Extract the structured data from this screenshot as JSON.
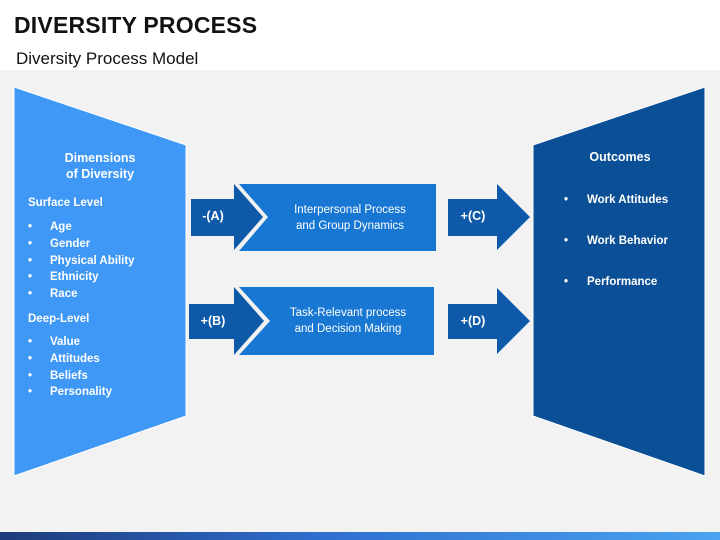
{
  "header": {
    "title": "DIVERSITY PROCESS",
    "subtitle": "Diversity Process Model"
  },
  "left_panel": {
    "heading_line1": "Dimensions",
    "heading_line2": "of Diversity",
    "surface_label": "Surface Level",
    "surface_items": [
      "Age",
      "Gender",
      "Physical Ability",
      "Ethnicity",
      "Race"
    ],
    "deep_label": "Deep-Level",
    "deep_items": [
      "Value",
      "Attitudes",
      "Beliefs",
      "Personality"
    ]
  },
  "middle": {
    "top_box_line1": "Interpersonal Process",
    "top_box_line2": "and Group Dynamics",
    "bottom_box_line1": "Task-Relevant process",
    "bottom_box_line2": "and Decision Making",
    "arrow_a": "-(A)",
    "arrow_b": "+(B)",
    "arrow_c": "+(C)",
    "arrow_d": "+(D)"
  },
  "right_panel": {
    "heading": "Outcomes",
    "items": [
      "Work Attitudes",
      "Work Behavior",
      "Performance"
    ]
  },
  "colors": {
    "left_panel": "#3f98f5",
    "right_panel": "#0b4f96",
    "mid_box": "#1877d2",
    "arrow": "#0e5aa8",
    "stage_bg": "#f2f2f2"
  }
}
